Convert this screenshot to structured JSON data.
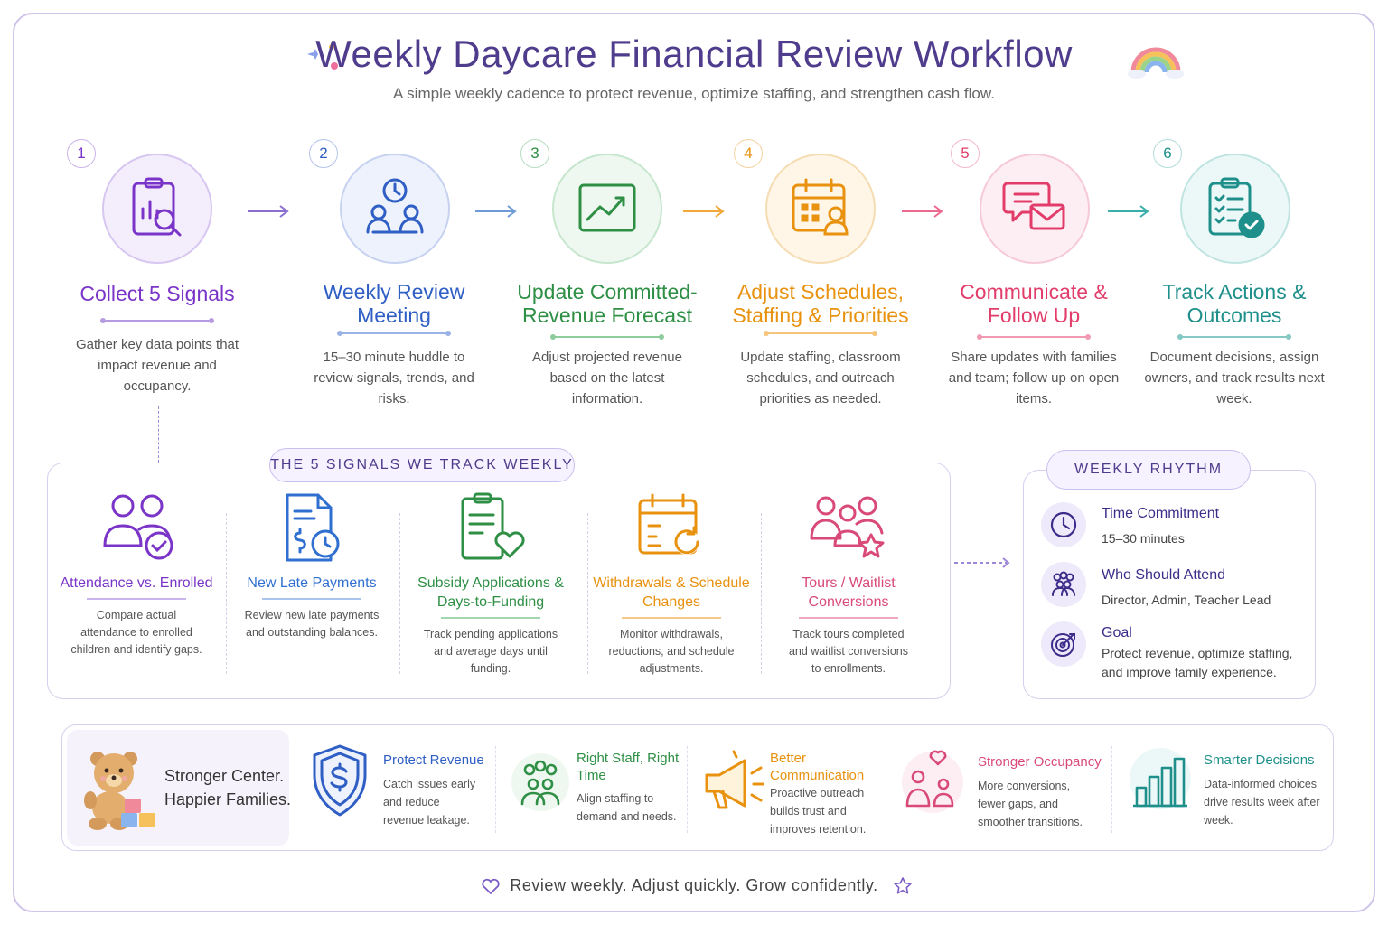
{
  "header": {
    "title": "Weekly Daycare Financial Review Workflow",
    "subtitle": "A simple weekly cadence to protect revenue, optimize staffing, and strengthen cash flow."
  },
  "steps": [
    {
      "num": "1",
      "title": "Collect 5 Signals",
      "desc": "Gather key data points that impact revenue and occupancy.",
      "color": "#7a35c8",
      "icon": "clipboard-chart-icon"
    },
    {
      "num": "2",
      "title": "Weekly Review Meeting",
      "desc": "15–30 minute huddle to review signals, trends, and risks.",
      "color": "#2f5fc4",
      "icon": "meeting-clock-icon"
    },
    {
      "num": "3",
      "title": "Update Committed-Revenue Forecast",
      "desc": "Adjust projected revenue based on the latest information.",
      "color": "#2e8f45",
      "icon": "trend-chart-icon"
    },
    {
      "num": "4",
      "title": "Adjust Schedules, Staffing & Priorities",
      "desc": "Update staffing, classroom schedules, and outreach priorities as needed.",
      "color": "#e8920f",
      "icon": "calendar-person-icon"
    },
    {
      "num": "5",
      "title": "Communicate & Follow Up",
      "desc": "Share updates with families and team; follow up on open items.",
      "color": "#e23d6a",
      "icon": "message-mail-icon"
    },
    {
      "num": "6",
      "title": "Track Actions & Outcomes",
      "desc": "Document decisions, assign owners, and track results next week.",
      "color": "#1e8f8a",
      "icon": "checklist-check-icon"
    }
  ],
  "signals_panel": {
    "label": "THE 5 SIGNALS WE TRACK WEEKLY",
    "items": [
      {
        "title": "Attendance vs. Enrolled",
        "desc": "Compare actual attendance to enrolled children and identify gaps.",
        "color": "#7a35c8",
        "icon": "group-check-icon"
      },
      {
        "title": "New Late Payments",
        "desc": "Review new late payments and outstanding balances.",
        "color": "#2f6fd0",
        "icon": "invoice-clock-icon"
      },
      {
        "title": "Subsidy Applications & Days-to-Funding",
        "desc": "Track pending applications and average days until funding.",
        "color": "#2e8f45",
        "icon": "clipboard-heart-icon"
      },
      {
        "title": "Withdrawals & Schedule Changes",
        "desc": "Monitor withdrawals, reductions, and schedule adjustments.",
        "color": "#e8920f",
        "icon": "calendar-refresh-icon"
      },
      {
        "title": "Tours / Waitlist Conversions",
        "desc": "Track tours completed and waitlist conversions to enrollments.",
        "color": "#d94a78",
        "icon": "family-star-icon"
      }
    ]
  },
  "rhythm": {
    "label": "WEEKLY RHYTHM",
    "items": [
      {
        "title": "Time Commitment",
        "text": "15–30 minutes",
        "icon": "clock-icon"
      },
      {
        "title": "Who Should Attend",
        "text": "Director, Admin, Teacher Lead",
        "icon": "people-icon"
      },
      {
        "title": "Goal",
        "text": "Protect revenue, optimize staffing, and improve family experience.",
        "icon": "target-icon"
      }
    ]
  },
  "benefits": {
    "tagline_1": "Stronger Center.",
    "tagline_2": "Happier Families.",
    "items": [
      {
        "title": "Protect Revenue",
        "text": "Catch issues early and reduce revenue leakage.",
        "color": "#2f5fc4",
        "icon": "shield-dollar-icon"
      },
      {
        "title": "Right Staff, Right Time",
        "text": "Align staffing to demand and needs.",
        "color": "#2e8f45",
        "icon": "team-icon"
      },
      {
        "title": "Better Communication",
        "text": "Proactive outreach builds trust and improves retention.",
        "color": "#e8920f",
        "icon": "megaphone-icon"
      },
      {
        "title": "Stronger Occupancy",
        "text": "More conversions, fewer gaps, and smoother transitions.",
        "color": "#d94a78",
        "icon": "family-heart-icon"
      },
      {
        "title": "Smarter Decisions",
        "text": "Data-informed choices drive results week after week.",
        "color": "#1e8f8a",
        "icon": "bar-chart-icon"
      }
    ]
  },
  "footer": {
    "text": "Review weekly.  Adjust quickly.  Grow confidently."
  }
}
